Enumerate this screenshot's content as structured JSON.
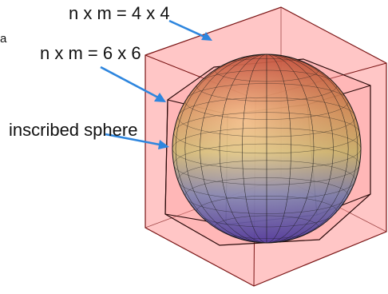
{
  "labels": {
    "outer_cube": "n x m = 4 x 4",
    "inner_prism": "n x m = 6 x 6",
    "sphere": "inscribed sphere",
    "left_fragment": "a"
  },
  "colors": {
    "outer_fill": "#ff6b6b",
    "outer_stroke": "#6b0f0f",
    "arrow": "#2e86de",
    "sphere_top": "#e24a3a",
    "sphere_mid": "#f2c069",
    "sphere_bottom": "#6a4cc7",
    "mesh": "#1a1a1a"
  }
}
